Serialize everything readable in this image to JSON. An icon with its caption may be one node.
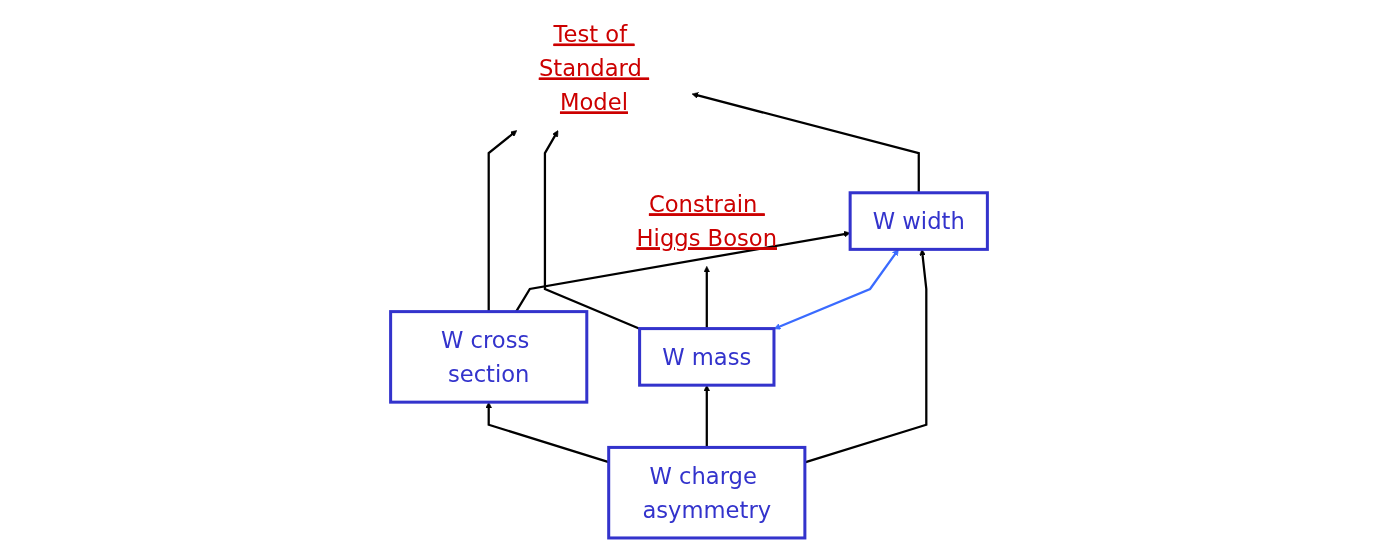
{
  "diagram": {
    "nodes": [
      {
        "text": [
          "Test of Standard Model"
        ]
      },
      {
        "text": [
          "Constrain Higgs Boson"
        ]
      },
      {
        "text": [
          "W cross section"
        ]
      },
      {
        "text": [
          "W mass"
        ]
      },
      {
        "text": [
          "W width"
        ]
      },
      {
        "text": [
          "W charge asymmetry"
        ]
      }
    ],
    "edges": [
      {
        "from": 4,
        "to": 0,
        "arrow": "to"
      },
      {
        "from": 2,
        "to": 0,
        "arrow": "to"
      },
      {
        "from": 3,
        "to": 0,
        "arrow": "to"
      },
      {
        "from": 3,
        "to": 1,
        "arrow": "to"
      },
      {
        "from": 2,
        "to": 4,
        "arrow": "to"
      },
      {
        "from": 5,
        "to": 2,
        "arrow": "to"
      },
      {
        "from": 3,
        "to": 4,
        "arrow": "both",
        "color": "#3a6bff"
      },
      {
        "from": 5,
        "to": 3,
        "arrow": "to"
      },
      {
        "from": 5,
        "to": 4,
        "arrow": "to"
      }
    ]
  }
}
